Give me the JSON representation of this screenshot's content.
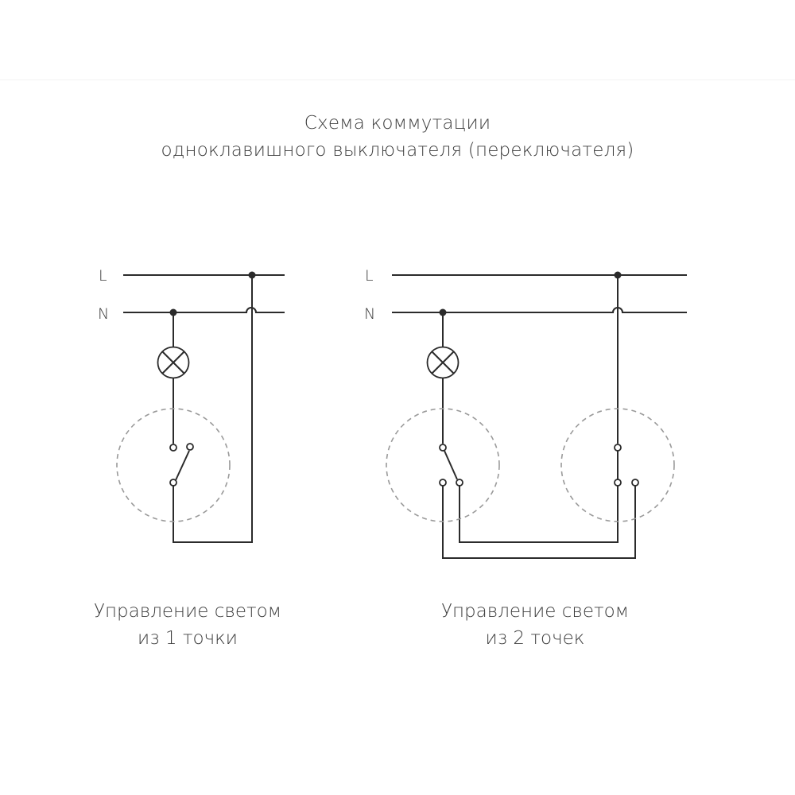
{
  "title": {
    "line1": "Схема коммутации",
    "line2": "одноклавишного выключателя (переключателя)"
  },
  "bus": {
    "line_label": "L",
    "neutral_label": "N"
  },
  "diagrams": [
    {
      "caption_line1": "Управление светом",
      "caption_line2": "из 1 точки"
    },
    {
      "caption_line1": "Управление светом",
      "caption_line2": "из 2 точек"
    }
  ],
  "icons": {
    "lamp": "lamp-icon",
    "switch": "switch-icon"
  },
  "colors": {
    "wire": "#2b2b2b",
    "dashed_outline": "#9a9a9a",
    "text": "#3d3d3d"
  }
}
